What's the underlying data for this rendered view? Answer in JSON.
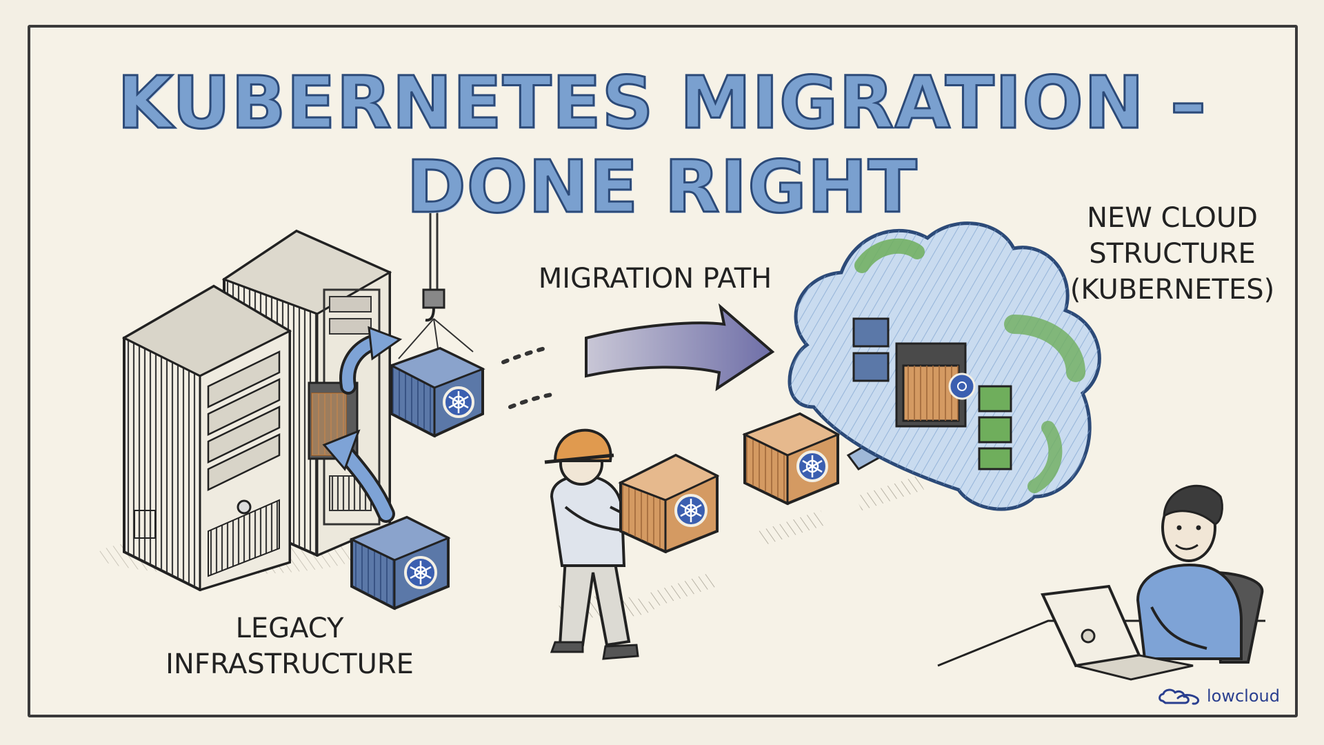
{
  "title": "KUBERNETES MIGRATION – DONE RIGHT",
  "labels": {
    "legacy_line1": "LEGACY",
    "legacy_line2": "INFRASTRUCTURE",
    "path": "MIGRATION PATH",
    "cloud_line1": "NEW CLOUD",
    "cloud_line2": "STRUCTURE",
    "cloud_line3": "(KUBERNETES)"
  },
  "logo": {
    "text": "lowcloud"
  },
  "colors": {
    "title_fill": "#7aa0cf",
    "title_outline": "#2c4a78",
    "container_blue": "#5b78a8",
    "container_orange": "#d49a62",
    "cloud_blue": "#a9c3e0",
    "cloud_green": "#8cbf7a",
    "server_gray": "#6b6b6b",
    "helmet_orange": "#e09a4f",
    "shirt_blue": "#7ea3d6",
    "logo_blue": "#2a3f8f"
  },
  "icons": [
    "kubernetes-helm-icon",
    "crane-hook-icon",
    "migration-arrow-icon",
    "laptop-icon",
    "lowcloud-logo-icon"
  ]
}
